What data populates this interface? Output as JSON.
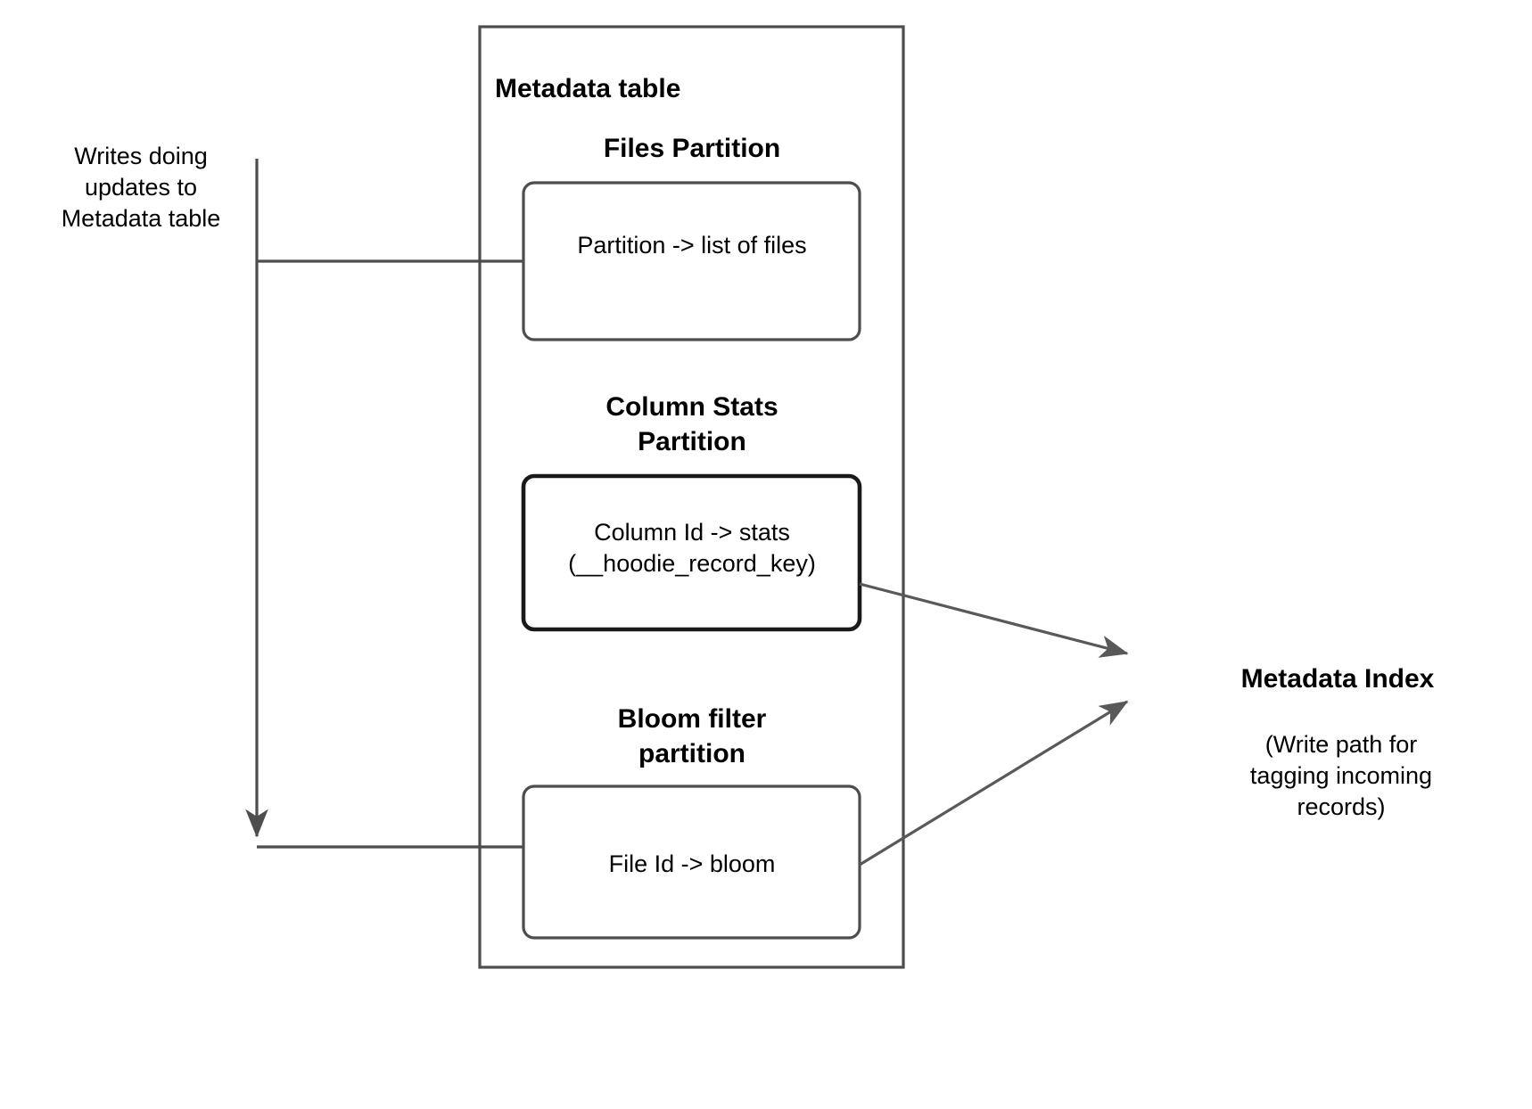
{
  "diagram": {
    "title_note": "Hudi metadata table write path diagram",
    "left_caption": "Writes doing\nupdates to\nMetadata table",
    "container": {
      "label": "Metadata table"
    },
    "partitions": [
      {
        "heading": "Files Partition",
        "box_text": "Partition -> list of files",
        "emphasis": false
      },
      {
        "heading": "Column Stats\nPartition",
        "box_text": "Column Id  -> stats\n(__hoodie_record_key)",
        "emphasis": true
      },
      {
        "heading": "Bloom filter\npartition",
        "box_text": "File Id -> bloom",
        "emphasis": false
      }
    ],
    "right": {
      "title": "Metadata Index",
      "caption": "(Write path for\ntagging incoming\nrecords)"
    },
    "colors": {
      "stroke": "#4d4d4d",
      "stroke_dark": "#1a1a1a",
      "arrow": "#595959",
      "text": "#000000",
      "background": "#ffffff"
    }
  }
}
